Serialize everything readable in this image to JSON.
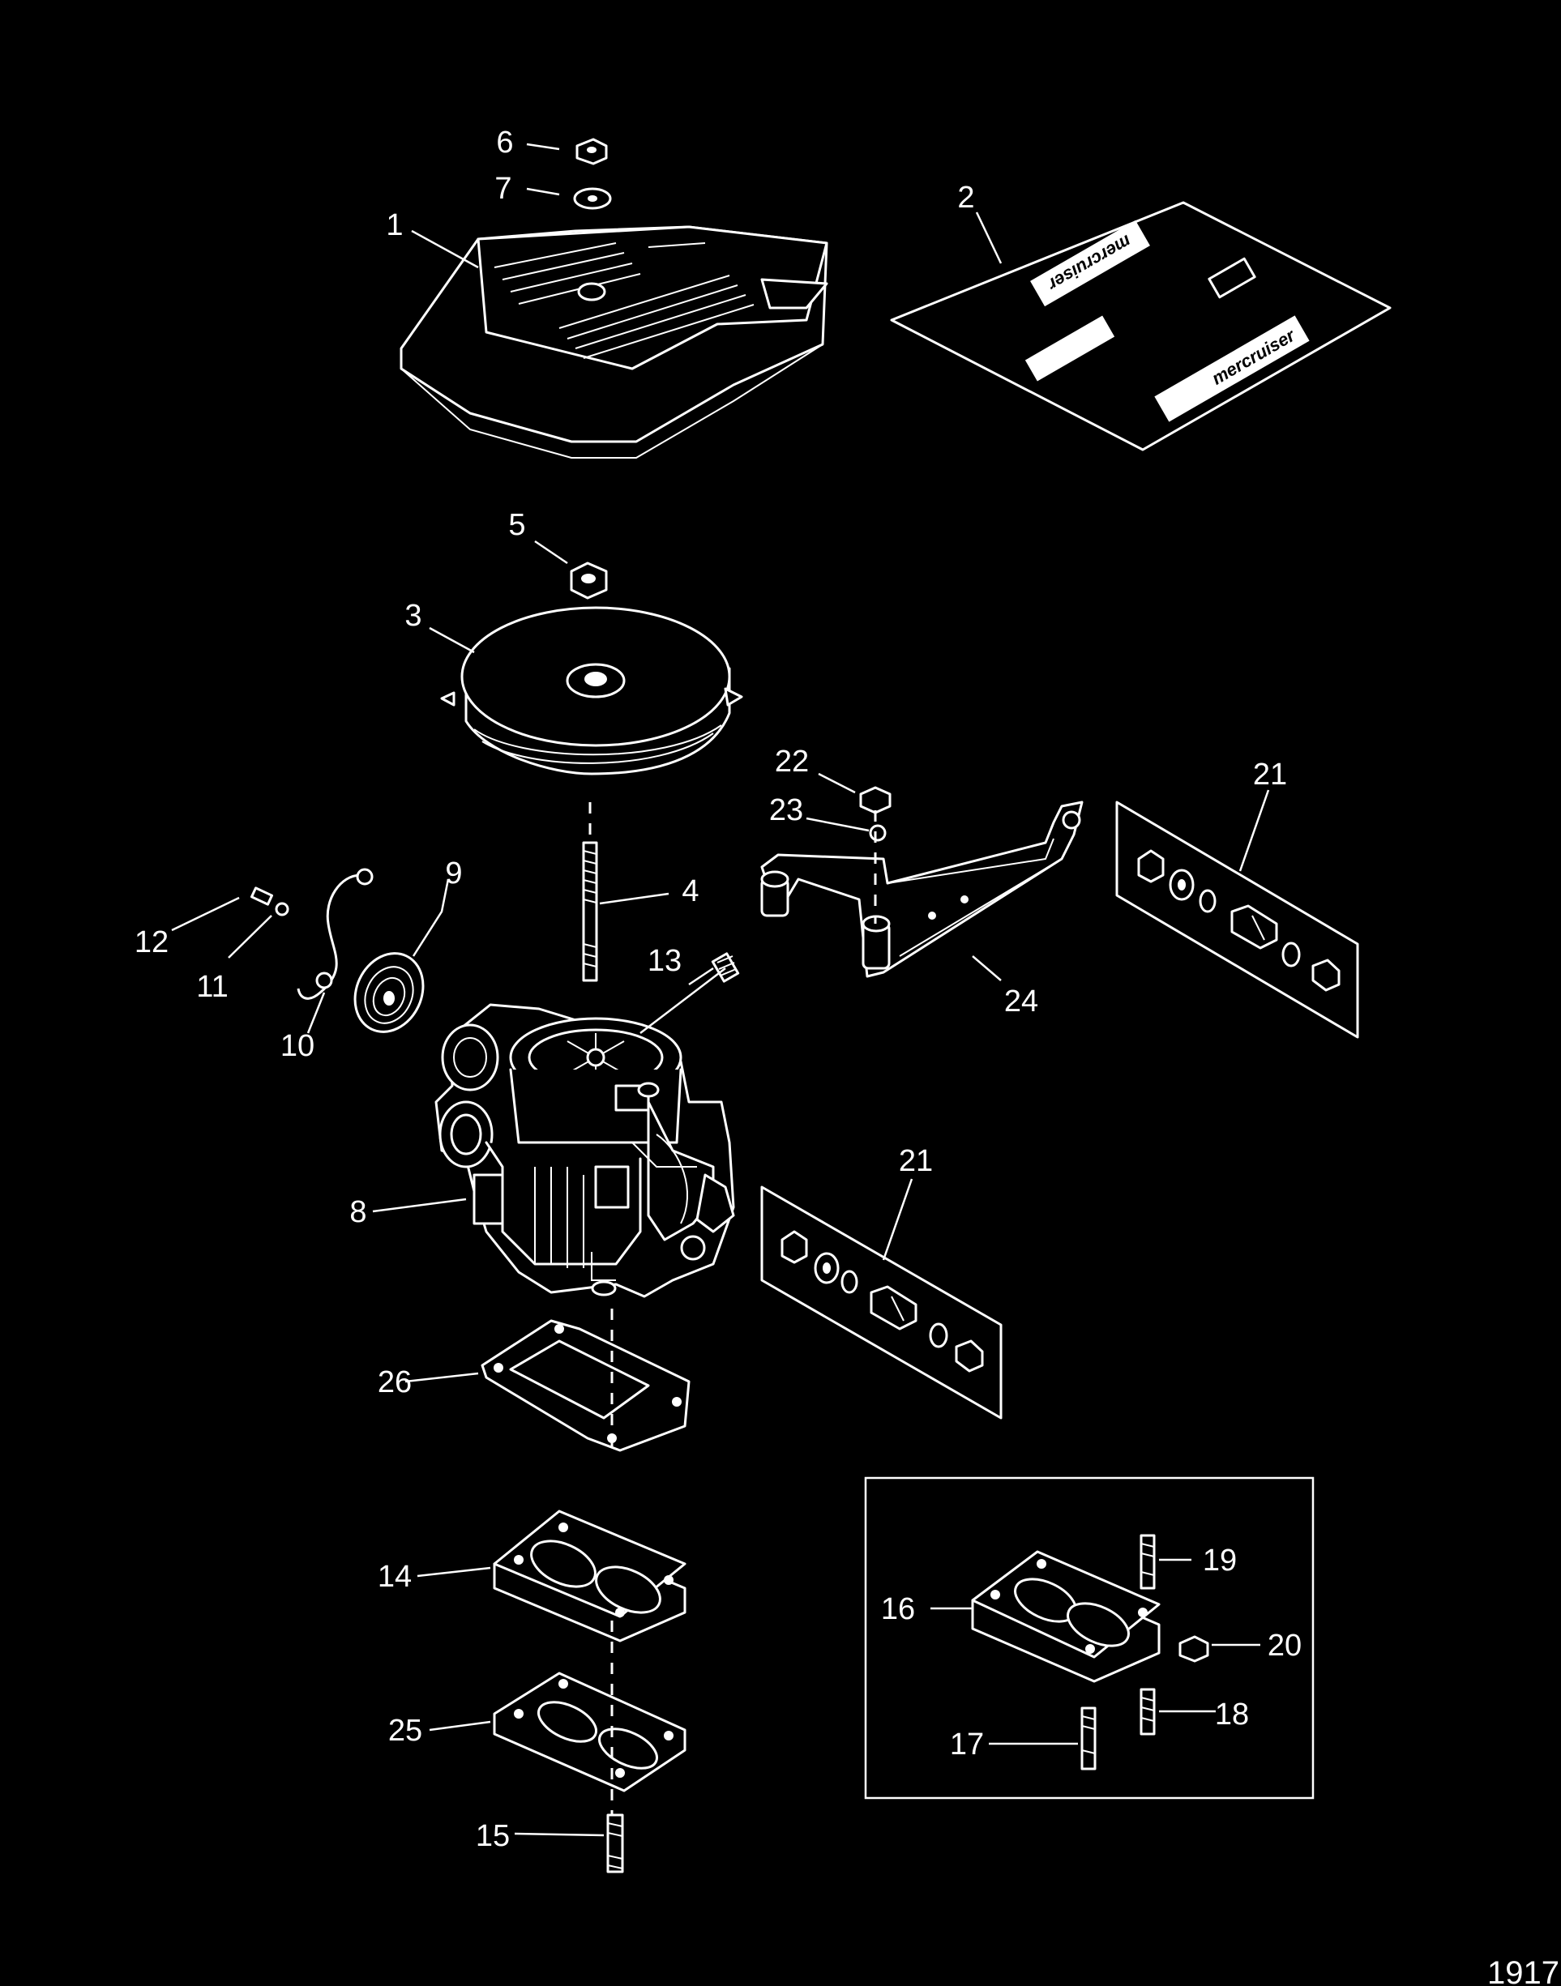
{
  "figure": {
    "reference_number": "1917",
    "brand_logo_text": "mercruiser"
  },
  "callouts": {
    "c1": "1",
    "c2": "2",
    "c3": "3",
    "c4": "4",
    "c5": "5",
    "c6": "6",
    "c7": "7",
    "c8": "8",
    "c9": "9",
    "c10": "10",
    "c11": "11",
    "c12": "12",
    "c13": "13",
    "c14": "14",
    "c15": "15",
    "c16": "16",
    "c17": "17",
    "c18": "18",
    "c19": "19",
    "c20": "20",
    "c21a": "21",
    "c21b": "21",
    "c22": "22",
    "c23": "23",
    "c24": "24",
    "c25": "25",
    "c26": "26"
  }
}
